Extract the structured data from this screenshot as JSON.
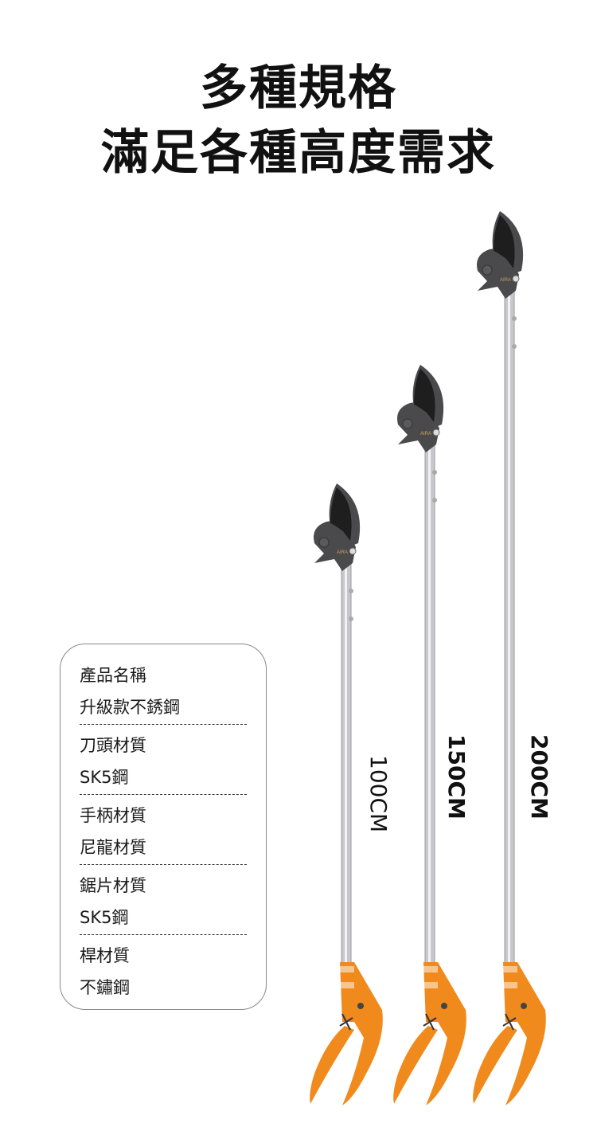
{
  "header": {
    "line1": "多種規格",
    "line2": "滿足各種高度需求"
  },
  "specs": [
    {
      "label": "產品名稱",
      "value": "升級款不銹鋼"
    },
    {
      "label": "刀頭材質",
      "value": "SK5鋼"
    },
    {
      "label": "手柄材質",
      "value": "尼龍材質"
    },
    {
      "label": "鋸片材質",
      "value": "SK5鋼"
    },
    {
      "label": "桿材質",
      "value": "不鏽鋼"
    }
  ],
  "products": [
    {
      "length_label": "100CM",
      "brand": "AIRA"
    },
    {
      "length_label": "150CM",
      "brand": "AIRA"
    },
    {
      "length_label": "200CM",
      "brand": "AIRA"
    }
  ],
  "colors": {
    "handle": "#f08a1c",
    "head": "#4a4a4c",
    "blade": "#1e1e1e",
    "pole": "#c8c8cc"
  }
}
